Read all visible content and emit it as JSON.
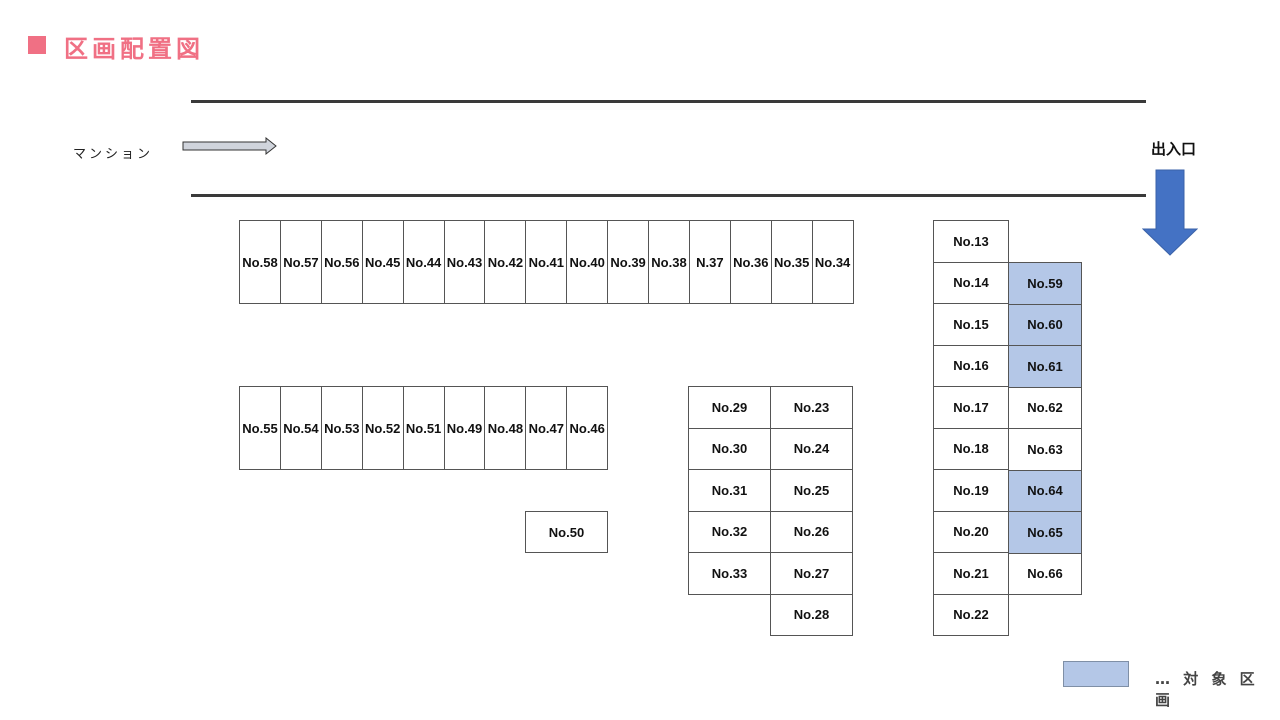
{
  "title": "区画配置図",
  "road": {
    "mansion_label": "マンション",
    "entrance_label": "出入口"
  },
  "colors": {
    "accent": "#f07084",
    "target_fill": "#b4c7e7",
    "entrance_arrow": "#4472c4",
    "mansion_arrow_fill": "#d0d4dc"
  },
  "lots": {
    "row_top": [
      "No.58",
      "No.57",
      "No.56",
      "No.45",
      "No.44",
      "No.43",
      "No.42",
      "No.41",
      "No.40",
      "No.39",
      "No.38",
      "N.37",
      "No.36",
      "No.35",
      "No.34"
    ],
    "row_middle": [
      "No.55",
      "No.54",
      "No.53",
      "No.52",
      "No.51",
      "No.49",
      "No.48",
      "No.47",
      "No.46"
    ],
    "single": [
      "No.50"
    ],
    "col_a": [
      "No.29",
      "No.30",
      "No.31",
      "No.32",
      "No.33"
    ],
    "col_b": [
      "No.23",
      "No.24",
      "No.25",
      "No.26",
      "No.27",
      "No.28"
    ],
    "col_c": [
      "No.13",
      "No.14",
      "No.15",
      "No.16",
      "No.17",
      "No.18",
      "No.19",
      "No.20",
      "No.21",
      "No.22"
    ],
    "col_d": [
      {
        "label": "No.59",
        "target": true
      },
      {
        "label": "No.60",
        "target": true
      },
      {
        "label": "No.61",
        "target": true
      },
      {
        "label": "No.62",
        "target": false
      },
      {
        "label": "No.63",
        "target": false
      },
      {
        "label": "No.64",
        "target": true
      },
      {
        "label": "No.65",
        "target": true
      },
      {
        "label": "No.66",
        "target": false
      }
    ]
  },
  "legend": {
    "label": "… 対 象 区 画"
  }
}
